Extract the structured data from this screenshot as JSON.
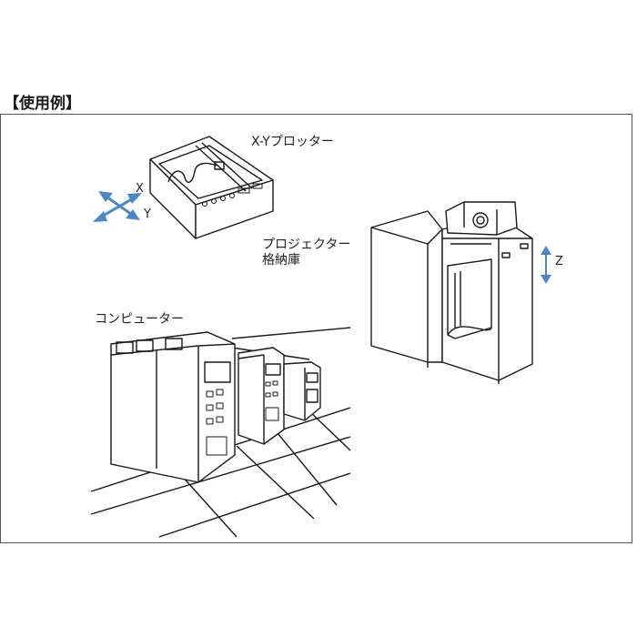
{
  "heading": "【使用例】",
  "labels": {
    "plotter": "X-Yプロッター",
    "axis_x": "X",
    "axis_y": "Y",
    "projector_line1": "プロジェクター",
    "projector_line2": "格納庫",
    "axis_z": "Z",
    "computer": "コンピューター"
  },
  "colors": {
    "arrow_blue": "#4a86c8",
    "line": "#1a1a1a"
  }
}
